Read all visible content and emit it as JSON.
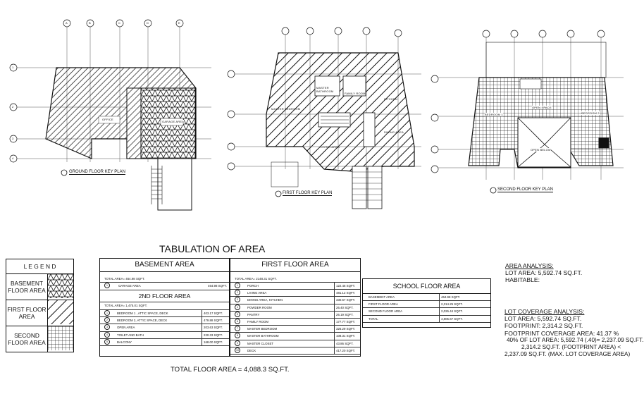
{
  "plans": {
    "ground": {
      "caption": "GROUND FLOOR KEY PLAN",
      "room_labels": [
        "OFFICE",
        "GARAGE AREA"
      ]
    },
    "first": {
      "caption": "FIRST FLOOR KEY PLAN",
      "room_labels": [
        "MASTER BEDROOM",
        "MASTER BATHROOM",
        "FAMILY ROOM",
        "LIVING AREA",
        "KITCHEN",
        "DINING AREA"
      ]
    },
    "second": {
      "caption": "SECOND FLOOR KEY PLAN",
      "room_labels": [
        "BEDROOM 1",
        "BEDROOM 2",
        "OPEN SPACE",
        "OPEN BELOW"
      ]
    },
    "grid_letters": [
      "A",
      "B",
      "C",
      "D",
      "E"
    ],
    "grid_numbers": [
      "1",
      "2",
      "3",
      "4"
    ]
  },
  "title": "TABULATION OF AREA",
  "legend": {
    "title": "L E G E N D",
    "items": [
      "BASEMENT FLOOR AREA",
      "FIRST FLOOR AREA",
      "SECOND FLOOR AREA"
    ]
  },
  "basement": {
    "title": "BASEMENT AREA",
    "total": "TOTAL AREA= 464.98 SQFT.",
    "rows": [
      {
        "n": "1",
        "name": "GARAGE AREA",
        "val": "464.98 SQFT."
      }
    ]
  },
  "second_floor": {
    "title": "2ND FLOOR AREA",
    "total": "TOTAL AREA= 1,475.01 SQFT.",
    "rows": [
      {
        "n": "1",
        "name": "BEDROOM 1 , ATTIC SPACE, DECK",
        "val": "403.17 SQFT."
      },
      {
        "n": "2",
        "name": "BEDROOM 2, ATTIC SPACE, DECK",
        "val": "479.88 SQFT."
      },
      {
        "n": "3",
        "name": "OPEN AREA",
        "val": "203.63 SQFT."
      },
      {
        "n": "4",
        "name": "TOILET AND BATH",
        "val": "220.33 SQFT."
      },
      {
        "n": "5",
        "name": "BALCONY",
        "val": "168.00 SQFT."
      }
    ]
  },
  "first_floor": {
    "title": "FIRST FLOOR AREA",
    "total": "TOTAL AREA= 2148.31 SQFT.",
    "rows": [
      {
        "n": "1",
        "name": "PORCH",
        "val": "122.46 SQFT."
      },
      {
        "n": "2",
        "name": "LIVING AREA",
        "val": "481.12 SQFT."
      },
      {
        "n": "3",
        "name": "DINING AREA, KITCHEN",
        "val": "330.67 SQFT."
      },
      {
        "n": "4",
        "name": "POWDER ROOM",
        "val": "26.40 SQFT."
      },
      {
        "n": "5",
        "name": "PANTRY",
        "val": "26.19 SQFT."
      },
      {
        "n": "6",
        "name": "FAMILY ROOM",
        "val": "177.77 SQFT."
      },
      {
        "n": "7",
        "name": "MASTER BEDROOM",
        "val": "326.29 SQFT."
      },
      {
        "n": "8",
        "name": "MASTER BATHROOM",
        "val": "108.31 SQFT."
      },
      {
        "n": "9",
        "name": "MASTER CLOSET",
        "val": "43.86 SQFT."
      },
      {
        "n": "10",
        "name": "DECK",
        "val": "417.20 SQFT."
      }
    ]
  },
  "school": {
    "title": "SCHOOL FLOOR AREA",
    "rows": [
      {
        "name": "BASEMENT AREA",
        "val": "464.98 SQFT."
      },
      {
        "name": "FIRST FLOOR AREA",
        "val": "2,314.25 SQFT."
      },
      {
        "name": "SECOND FLOOR AREA",
        "val": "2,026.44 SQFT."
      },
      {
        "name": "TOTAL",
        "val": "4,805.67 SQFT."
      }
    ]
  },
  "total_floor_area": "TOTAL FLOOR AREA = 4,088.3 SQ.FT.",
  "analysis": {
    "heading": "AREA ANALYSIS:",
    "lot_area": "LOT AREA: 5,592.74 SQ.FT.",
    "habitable": "HABITABLE:",
    "lot_heading": "LOT COVERAGE ANALYSIS:",
    "lines": [
      "LOT AREA: 5,592.74 SQ.FT.",
      "FOOTPRINT: 2,314.2 SQ.FT.",
      "FOOTPRINT COVERAGE AREA: 41.37 %",
      "40% OF LOT AREA: 5,592.74 (.40)= 2,237.09 SQ.FT.",
      "2,314.2 SQ.FT. (FOOTPRINT AREA) <",
      "2,237.09 SQ.FT. (MAX. LOT COVERAGE AREA)"
    ]
  }
}
